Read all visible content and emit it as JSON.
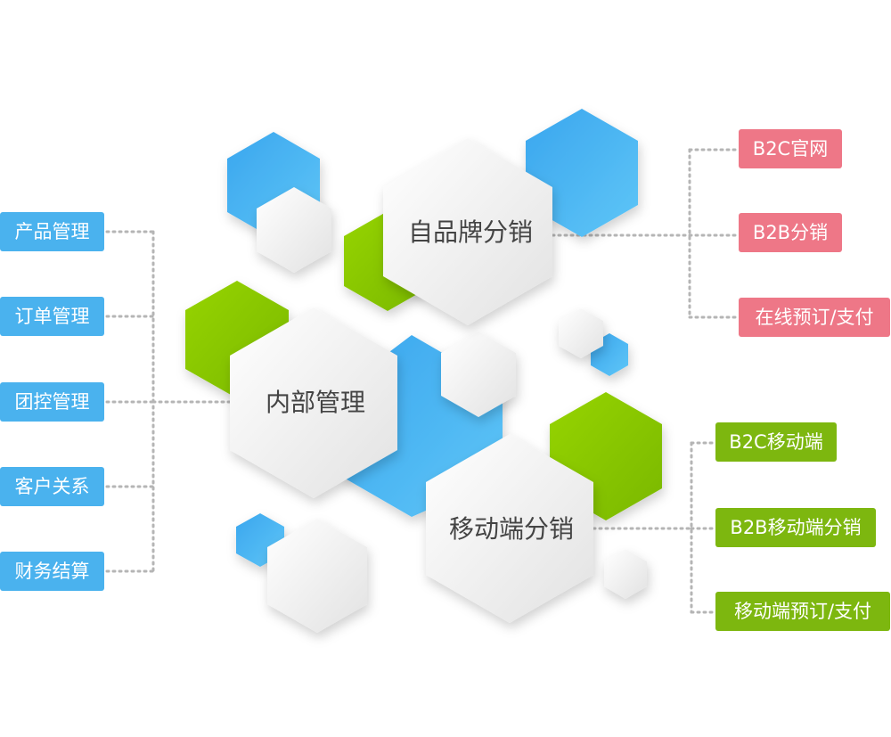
{
  "center_nodes": {
    "brand": "自品牌分销",
    "internal": "内部管理",
    "mobile": "移动端分销"
  },
  "left_items": [
    "产品管理",
    "订单管理",
    "团控管理",
    "客户关系",
    "财务结算"
  ],
  "right_top_items": [
    "B2C官网",
    "B2B分销",
    "在线预订/支付"
  ],
  "right_bottom_items": [
    "B2C移动端",
    "B2B移动端分销",
    "移动端预订/支付"
  ],
  "colors": {
    "blue": "#4ab2ee",
    "green": "#7db70f",
    "pink": "#ee7787",
    "hex_white": "#f2f2f2"
  }
}
